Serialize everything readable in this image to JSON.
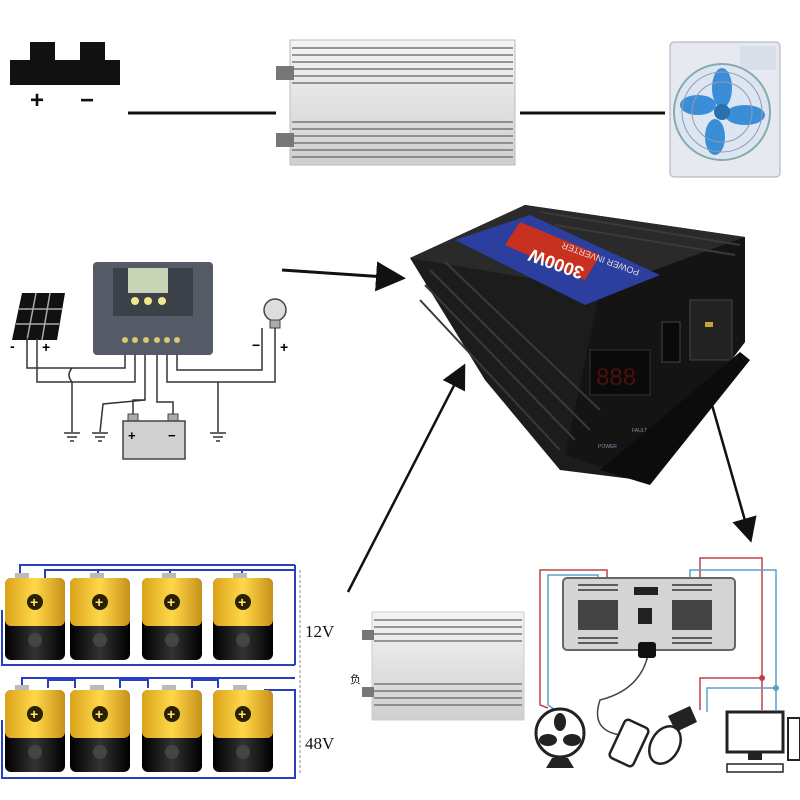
{
  "top_row": {
    "terminal_plus": "+",
    "terminal_minus": "−"
  },
  "controller_diagram": {
    "panel_minus": "-",
    "panel_plus": "+",
    "load_minus": "−",
    "load_plus": "+",
    "battery_plus": "+",
    "battery_minus": "−"
  },
  "inverter": {
    "brand_text": "3000W",
    "model_text": "POWER INVERTER",
    "power_led_label": "POWER",
    "fault_led_label": "FAULT"
  },
  "battery_banks": {
    "row1_voltage": "12V",
    "row2_voltage": "48V",
    "battery_symbol": "+"
  },
  "small_inverter": {
    "negative_label": "负"
  },
  "colors": {
    "wire_blue": "#2a3fbf",
    "battery_yellow": "#f2c230",
    "inverter_black": "#1c1c1c",
    "banner_blue": "#2c3e9e",
    "wire_red": "#c0404a",
    "wire_cyan": "#5aa0c8"
  }
}
